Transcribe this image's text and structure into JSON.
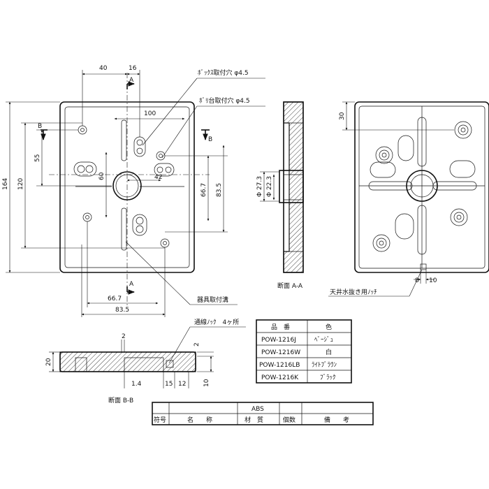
{
  "front_view": {
    "dims": {
      "w40": "40",
      "w16": "16",
      "w100": "100",
      "w42": "42",
      "h164": "164",
      "h120": "120",
      "h55": "55",
      "h60": "60",
      "h66_7": "66.7",
      "h83_5": "83.5",
      "b66_7": "66.7",
      "b83_5": "83.5"
    },
    "section_marks": {
      "a_top": "A",
      "a_bottom": "A",
      "b_left": "B",
      "b_right": "B"
    },
    "labels": {
      "box_hole": "ﾎﾞｯｸｽ取付穴 φ4.5",
      "base_hole": "ﾎﾞﾘ台取付穴 φ4.5",
      "fixture_groove": "器具取付溝"
    }
  },
  "section_aa": {
    "title": "断面 A-A",
    "dims": {
      "d27_3": "Φ 27.3",
      "d22_3": "Φ 22.3"
    }
  },
  "back_view": {
    "dims": {
      "d30": "30",
      "d8": "8",
      "d10": "10"
    },
    "label": "天井水抜き用ﾉｯﾁ"
  },
  "section_bb": {
    "title": "断面 B-B",
    "dims": {
      "d20": "20",
      "d2a": "2",
      "d2b": "2",
      "d1_4": "1.4",
      "d15": "15",
      "d12": "12",
      "d10": "10"
    },
    "label": "通線ﾉｯｸ　4ヶ所"
  },
  "part_table": {
    "headers": [
      "品　番",
      "色"
    ],
    "rows": [
      [
        "POW-1216J",
        "ﾍﾞｰｼﾞｭ"
      ],
      [
        "POW-1216W",
        "白"
      ],
      [
        "POW-1216LB",
        "ﾗｲﾄﾌﾞﾗｳﾝ"
      ],
      [
        "POW-1216K",
        "ﾌﾞﾗｯｸ"
      ]
    ]
  },
  "title_block": {
    "material": "ABS",
    "headers": [
      "符号",
      "名　　称",
      "材　質",
      "個数",
      "備　　考"
    ]
  }
}
